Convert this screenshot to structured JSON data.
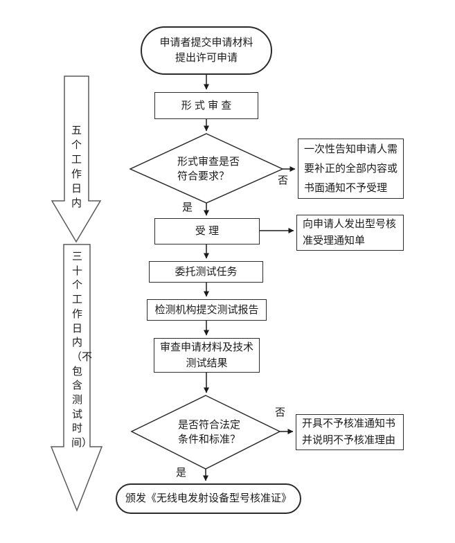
{
  "page": {
    "background": "#ffffff",
    "line_color": "#1a1a1a",
    "box_border_color": "#2b2b2b",
    "big_arrow_border_color": "#5a5a5a"
  },
  "flow": {
    "start_oval": "申请者提交申请材料\n提出许可申请",
    "formal_review_box": "形 式 审 查",
    "decision1": "形式审查是否\n符合要求？",
    "decision1_no": "否",
    "decision1_yes": "是",
    "notify_correction_box": "一次性告知申请人需\n要补正的全部内容或\n书面通知不予受理",
    "accept_box": "受 理",
    "accept_notice_box": "向申请人发出型号核\n准受理通知单",
    "delegate_test_box": "委托测试任务",
    "test_report_box": "检测机构提交测试报告",
    "review_materials_box": "审查申请材料及技术\n测试结果",
    "decision2": "是否符合法定\n条件和标准？",
    "decision2_no": "否",
    "decision2_yes": "是",
    "reject_notice_box": "开具不予核准通知书\n并说明不予核准理由",
    "end_oval": "颁发《无线电发射设备型号核准证》",
    "timeline_arrow_1": "五个工作日内",
    "timeline_arrow_2": "三十个工作日内（不包含测试时间）"
  }
}
